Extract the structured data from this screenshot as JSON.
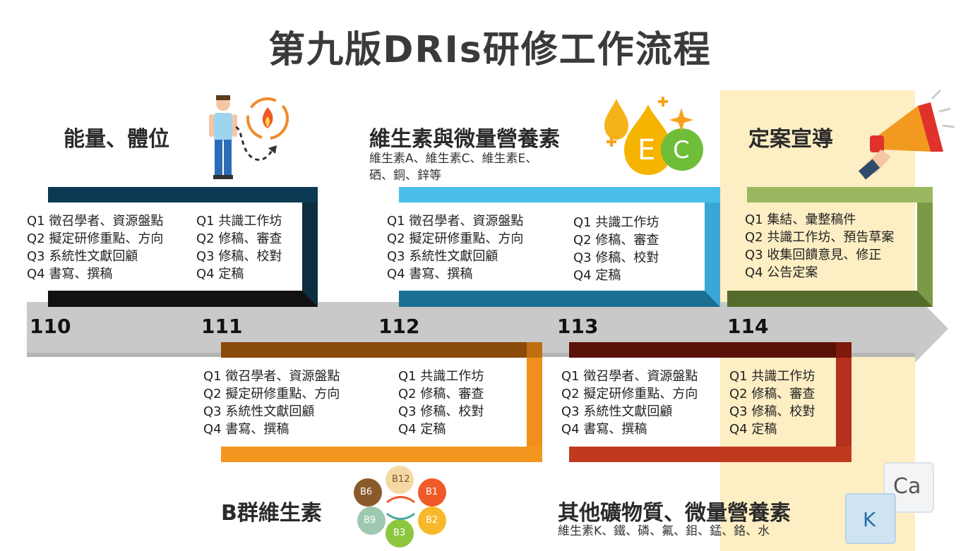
{
  "title": "第九版DRIs研修工作流程",
  "timeline": {
    "years": [
      "110",
      "111",
      "112",
      "113",
      "114"
    ]
  },
  "colors": {
    "navy": "#0b3a52",
    "skyblue": "#4bbde9",
    "olive": "#8caa55",
    "orange": "#f0901c",
    "darkred": "#b5301e",
    "axis": "#c8c8c8",
    "highlight": "#fdeec3"
  },
  "groups": {
    "energy": {
      "title": "能量、體位",
      "col1": [
        "Q1 徵召學者、資源盤點",
        "Q2 擬定研修重點、方向",
        "Q3 系統性文獻回顧",
        "Q4 書寫、撰稿"
      ],
      "col2": [
        "Q1 共識工作坊",
        "Q2 修稿、審查",
        "Q3 修稿、校對",
        "Q4 定稿"
      ]
    },
    "vitamins": {
      "title": "維生素與微量營養素",
      "sub": [
        "維生素A、維生素C、維生素E、",
        "硒、銅、鋅等"
      ],
      "col1": [
        "Q1 徵召學者、資源盤點",
        "Q2 擬定研修重點、方向",
        "Q3 系統性文獻回顧",
        "Q4 書寫、撰稿"
      ],
      "col2": [
        "Q1 共識工作坊",
        "Q2 修稿、審查",
        "Q3 修稿、校對",
        "Q4 定稿"
      ]
    },
    "final": {
      "title": "定案宣導",
      "col1": [
        "Q1 集結、彙整稿件",
        "Q2 共識工作坊、預告草案",
        "Q3 收集回饋意見、修正",
        "Q4 公告定案"
      ]
    },
    "bvitamins": {
      "title": "B群維生素",
      "col1": [
        "Q1 徵召學者、資源盤點",
        "Q2 擬定研修重點、方向",
        "Q3 系統性文獻回顧",
        "Q4 書寫、撰稿"
      ],
      "col2": [
        "Q1 共識工作坊",
        "Q2 修稿、審查",
        "Q3 修稿、校對",
        "Q4 定稿"
      ]
    },
    "minerals": {
      "title": "其他礦物質、微量營養素",
      "sub": [
        "維生素K、鐵、磷、氟、鉬、錳、鉻、水"
      ],
      "col1": [
        "Q1 徵召學者、資源盤點",
        "Q2 擬定研修重點、方向",
        "Q3 系統性文獻回顧",
        "Q4 書寫、撰稿"
      ],
      "col2": [
        "Q1 共識工作坊",
        "Q2 修稿、審查",
        "Q3 修稿、校對",
        "Q4 定稿"
      ]
    }
  },
  "icons": {
    "vitamin_drops": [
      "E",
      "C"
    ],
    "b_circle": [
      "B6",
      "B12",
      "B1",
      "B9",
      "B3",
      "B2"
    ],
    "mineral_tiles": [
      "Ca",
      "K"
    ]
  }
}
